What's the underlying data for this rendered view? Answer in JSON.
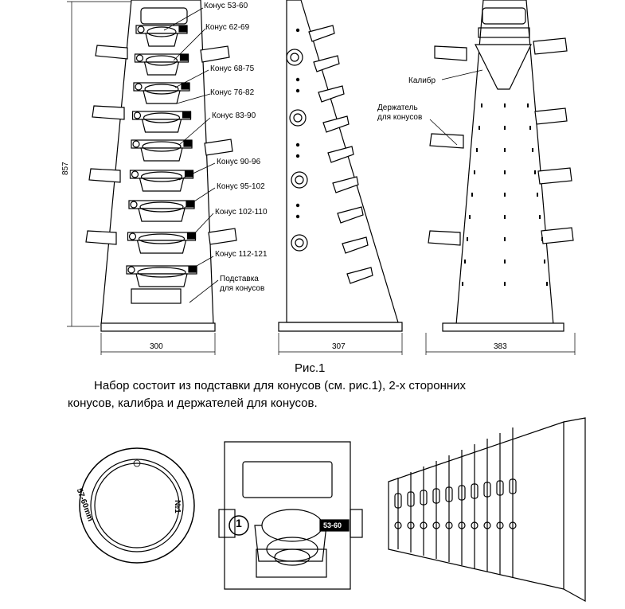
{
  "figure": {
    "labels": {
      "cones": [
        "Конус 53-60",
        "Конус 62-69",
        "Конус 68-75",
        "Конус 76-82",
        "Конус 83-90",
        "Конус 90-96",
        "Конус 95-102",
        "Конус 102-110",
        "Конус 112-121"
      ],
      "stand": [
        "Подставка",
        "для конусов"
      ],
      "caliber": "Калибр",
      "holder": [
        "Держатель",
        "для конусов"
      ]
    },
    "dimensions": {
      "height": "857",
      "front_width": "300",
      "side_width": "307",
      "back_width": "383"
    },
    "caption": "Рис.1"
  },
  "description": {
    "line1": "Набор состоит из подставки для конусов (см. рис.1), 2-х сторонних",
    "line2": "конусов, калибра и держателей для конусов."
  },
  "details": {
    "ring_size": "57-60mm",
    "ring_number": "№1",
    "slot_number": "1",
    "slot_range": "53-60"
  }
}
